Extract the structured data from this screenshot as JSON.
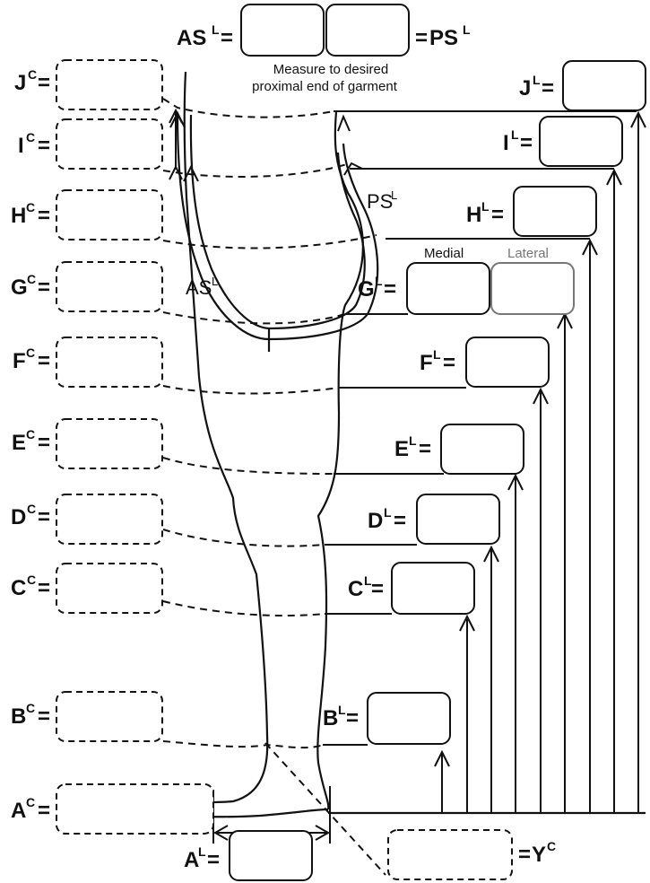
{
  "labels": {
    "J": "J",
    "I": "I",
    "H": "H",
    "G": "G",
    "F": "F",
    "E": "E",
    "D": "D",
    "C": "C",
    "B": "B",
    "A": "A",
    "AS": "AS",
    "PS": "PS",
    "Y": "Y",
    "sup_c": "C",
    "sup_l": "L",
    "eq": "="
  },
  "notes": {
    "proximal_line1": "Measure to desired",
    "proximal_line2": "proximal end of garment",
    "medial": "Medial",
    "lateral": "Lateral"
  }
}
